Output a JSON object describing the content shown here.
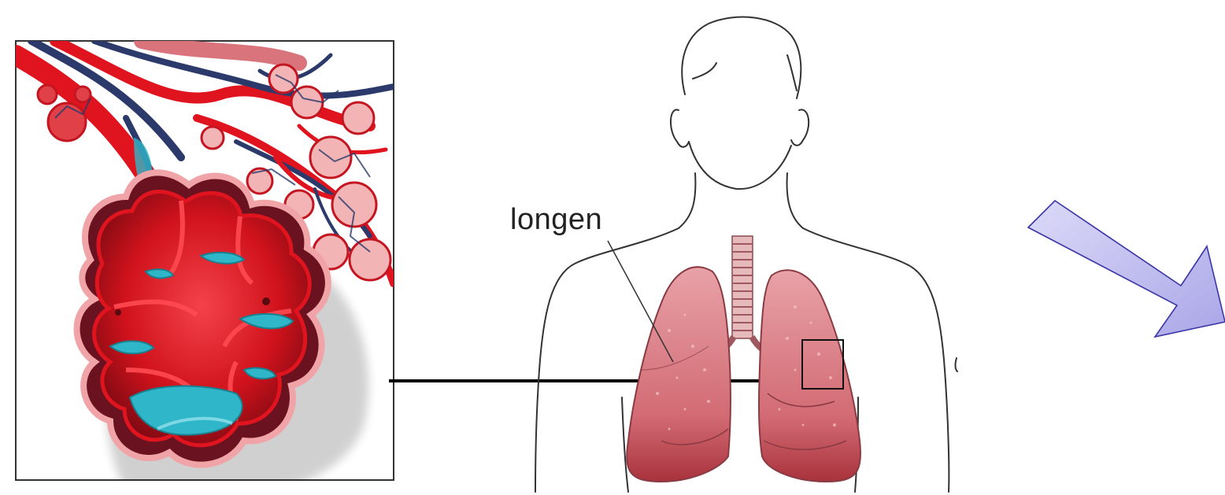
{
  "diagram": {
    "lung_label": "longen"
  },
  "colors": {
    "lung_fill": "#c8545e",
    "lung_light": "#e29aa0",
    "vessel_red": "#e0141e",
    "vessel_blue": "#2b3a6b",
    "alveolus_inner": "#b8121c",
    "fluid": "#2fb6c8",
    "arrow_fill": "#c9c6f2",
    "arrow_stroke": "#3a36a8"
  },
  "icons": [
    "detail-frame",
    "zoom-box",
    "pointer-line",
    "down-right-arrow-icon"
  ]
}
